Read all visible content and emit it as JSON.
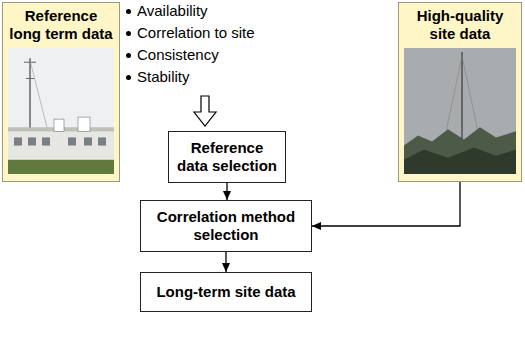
{
  "diagram": {
    "nodes": [
      {
        "text": [
          "Reference long term data"
        ]
      },
      {
        "text": [
          "High-quality site data"
        ]
      },
      {
        "text": [
          "Reference data selection"
        ]
      },
      {
        "text": [
          "Correlation method selection"
        ]
      },
      {
        "text": [
          "Long-term site data"
        ]
      }
    ],
    "edges": [
      {
        "from": 2,
        "to": 3,
        "arrow": "to"
      },
      {
        "from": 3,
        "to": 4,
        "arrow": "to"
      },
      {
        "from": 1,
        "to": 3,
        "arrow": "to"
      }
    ],
    "labels": [
      "Availability",
      "Correlation to site",
      "Consistency",
      "Stability"
    ]
  }
}
